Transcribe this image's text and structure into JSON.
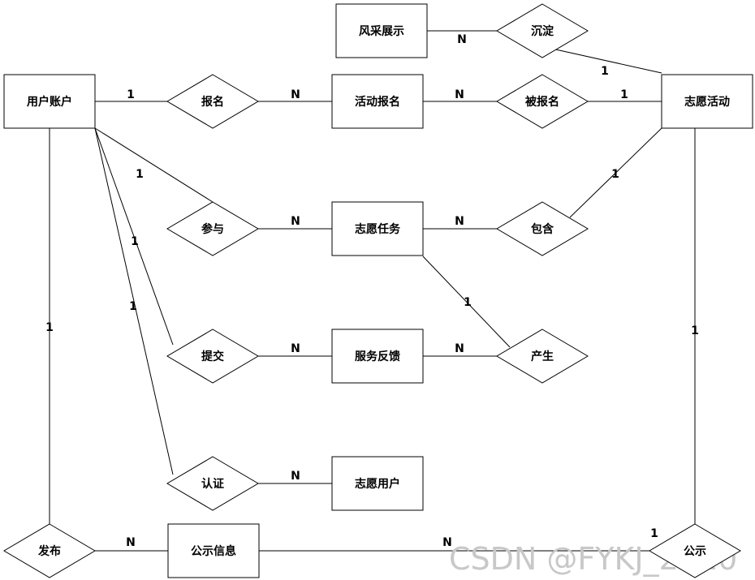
{
  "diagram": {
    "entities": [
      {
        "id": "fengcai",
        "label": "风采展示"
      },
      {
        "id": "user",
        "label": "用户账户"
      },
      {
        "id": "signup",
        "label": "活动报名"
      },
      {
        "id": "activity",
        "label": "志愿活动"
      },
      {
        "id": "task",
        "label": "志愿任务"
      },
      {
        "id": "feedback",
        "label": "服务反馈"
      },
      {
        "id": "vuser",
        "label": "志愿用户"
      },
      {
        "id": "notice",
        "label": "公示信息"
      }
    ],
    "relationships": [
      {
        "id": "chenDian",
        "label": "沉淀"
      },
      {
        "id": "baoMing",
        "label": "报名"
      },
      {
        "id": "beiBaoMing",
        "label": "被报名"
      },
      {
        "id": "canYu",
        "label": "参与"
      },
      {
        "id": "baoHan",
        "label": "包含"
      },
      {
        "id": "tiJiao",
        "label": "提交"
      },
      {
        "id": "chanSheng",
        "label": "产生"
      },
      {
        "id": "renZheng",
        "label": "认证"
      },
      {
        "id": "faBu",
        "label": "发布"
      },
      {
        "id": "gongShi",
        "label": "公示"
      }
    ],
    "cardinalities": [
      "N",
      "1",
      "1",
      "N",
      "N",
      "1",
      "1",
      "N",
      "N",
      "1",
      "1",
      "N",
      "N",
      "1",
      "1",
      "N",
      "1",
      "1",
      "N",
      "N",
      "1"
    ]
  },
  "watermark": "CSDN @FYKJ_2010"
}
